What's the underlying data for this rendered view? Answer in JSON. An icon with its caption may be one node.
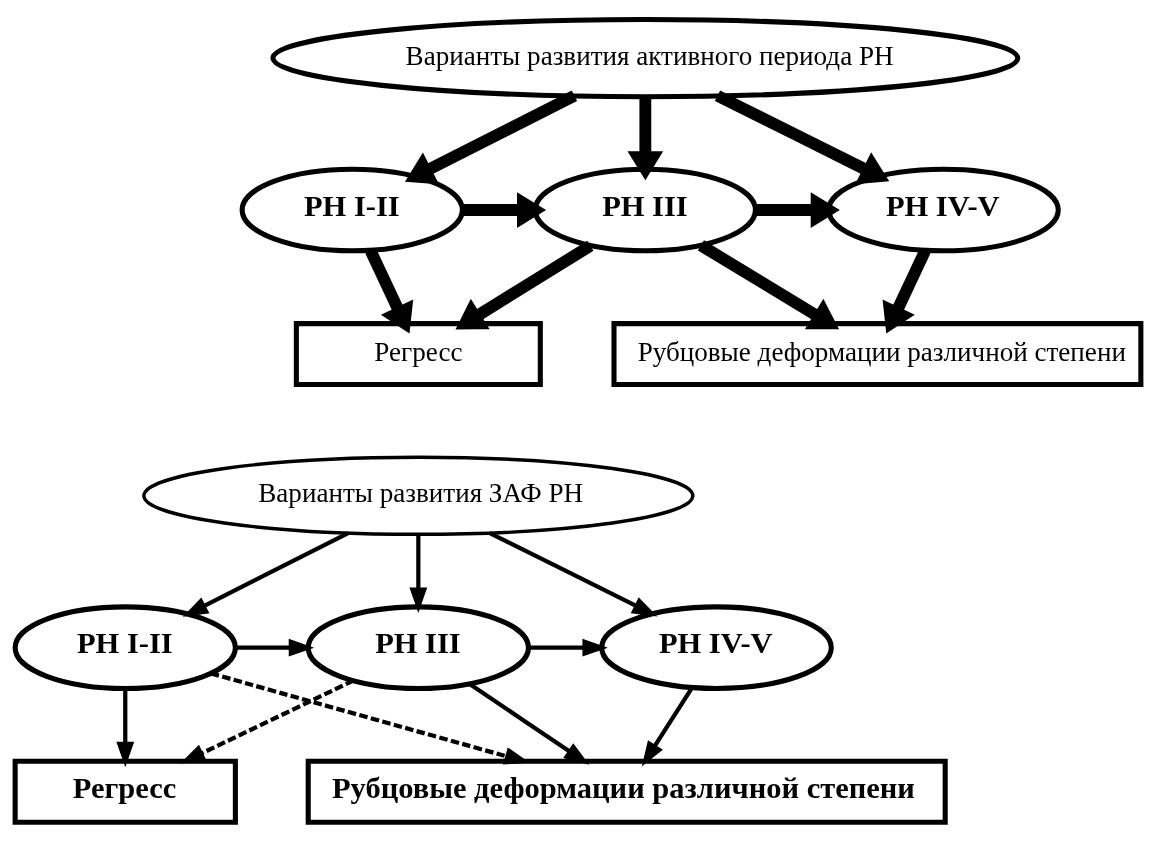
{
  "diagram": {
    "nodes": [
      {
        "text": [
          "Варианты развития активного периода РН"
        ]
      },
      {
        "text": [
          "РН I-II"
        ]
      },
      {
        "text": [
          "РН III"
        ]
      },
      {
        "text": [
          "РН IV-V"
        ]
      },
      {
        "text": [
          "Регресс"
        ]
      },
      {
        "text": [
          "Рубцовые деформации различной степени"
        ]
      },
      {
        "text": [
          "Варианты развития ЗАФ РН"
        ]
      },
      {
        "text": [
          "РН I-II"
        ]
      },
      {
        "text": [
          "РН III"
        ]
      },
      {
        "text": [
          "РН IV-V"
        ]
      },
      {
        "text": [
          "Регресс"
        ]
      },
      {
        "text": [
          "Рубцовые деформации различной степени"
        ]
      }
    ],
    "edges": [
      {
        "from": 0,
        "to": 1,
        "arrow": "to",
        "style": "thick"
      },
      {
        "from": 0,
        "to": 2,
        "arrow": "to",
        "style": "thick"
      },
      {
        "from": 0,
        "to": 3,
        "arrow": "to",
        "style": "thick"
      },
      {
        "from": 1,
        "to": 2,
        "arrow": "to",
        "style": "thick"
      },
      {
        "from": 2,
        "to": 3,
        "arrow": "to",
        "style": "thick"
      },
      {
        "from": 1,
        "to": 4,
        "arrow": "to",
        "style": "thick"
      },
      {
        "from": 2,
        "to": 4,
        "arrow": "to",
        "style": "thick"
      },
      {
        "from": 2,
        "to": 5,
        "arrow": "to",
        "style": "thick"
      },
      {
        "from": 3,
        "to": 5,
        "arrow": "to",
        "style": "thick"
      },
      {
        "from": 6,
        "to": 7,
        "arrow": "to"
      },
      {
        "from": 6,
        "to": 8,
        "arrow": "to"
      },
      {
        "from": 6,
        "to": 9,
        "arrow": "to"
      },
      {
        "from": 7,
        "to": 8,
        "arrow": "to"
      },
      {
        "from": 8,
        "to": 9,
        "arrow": "to"
      },
      {
        "from": 7,
        "to": 10,
        "arrow": "to"
      },
      {
        "from": 7,
        "to": 11,
        "arrow": "to",
        "style": "dashed"
      },
      {
        "from": 8,
        "to": 10,
        "arrow": "to",
        "style": "dashed"
      },
      {
        "from": 8,
        "to": 11,
        "arrow": "to"
      },
      {
        "from": 9,
        "to": 11,
        "arrow": "to"
      }
    ]
  }
}
